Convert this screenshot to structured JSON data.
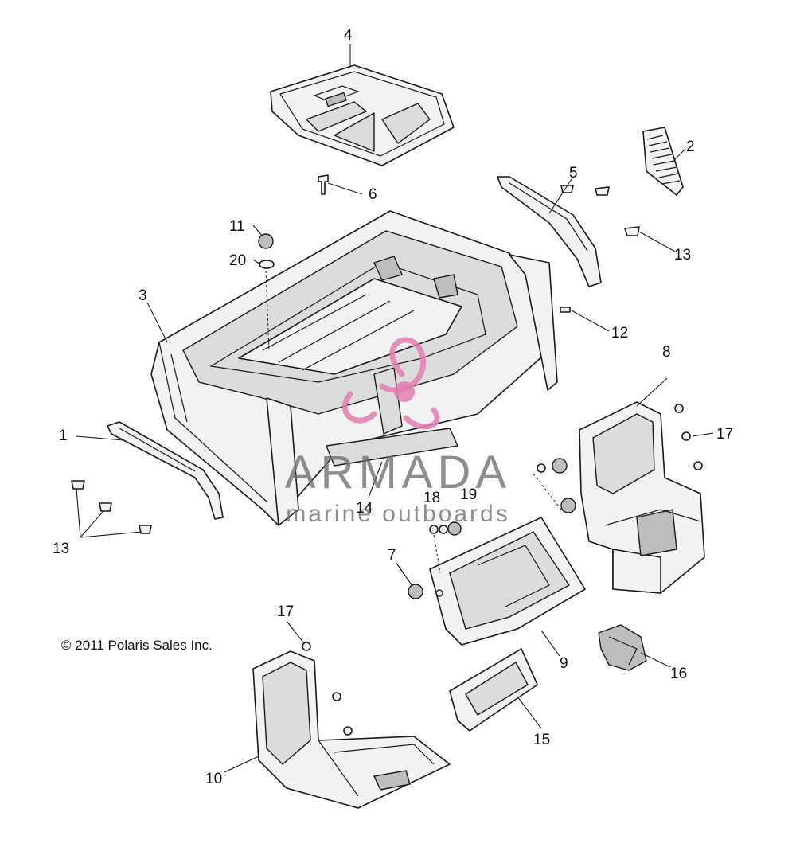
{
  "copyright": "© 2011 Polaris Sales Inc.",
  "watermark": {
    "brand": "ARMADA",
    "tagline": "marine outboards",
    "logo_color": "#e07db2"
  },
  "callouts": [
    {
      "id": "1",
      "label": "1"
    },
    {
      "id": "2",
      "label": "2"
    },
    {
      "id": "3",
      "label": "3"
    },
    {
      "id": "4",
      "label": "4"
    },
    {
      "id": "5",
      "label": "5"
    },
    {
      "id": "6",
      "label": "6"
    },
    {
      "id": "7",
      "label": "7"
    },
    {
      "id": "8",
      "label": "8"
    },
    {
      "id": "9",
      "label": "9"
    },
    {
      "id": "10",
      "label": "10"
    },
    {
      "id": "11",
      "label": "11"
    },
    {
      "id": "12",
      "label": "12"
    },
    {
      "id": "13a",
      "label": "13"
    },
    {
      "id": "13b",
      "label": "13"
    },
    {
      "id": "14",
      "label": "14"
    },
    {
      "id": "15",
      "label": "15"
    },
    {
      "id": "16",
      "label": "16"
    },
    {
      "id": "17a",
      "label": "17"
    },
    {
      "id": "17b",
      "label": "17"
    },
    {
      "id": "18",
      "label": "18"
    },
    {
      "id": "19",
      "label": "19"
    },
    {
      "id": "20",
      "label": "20"
    }
  ]
}
